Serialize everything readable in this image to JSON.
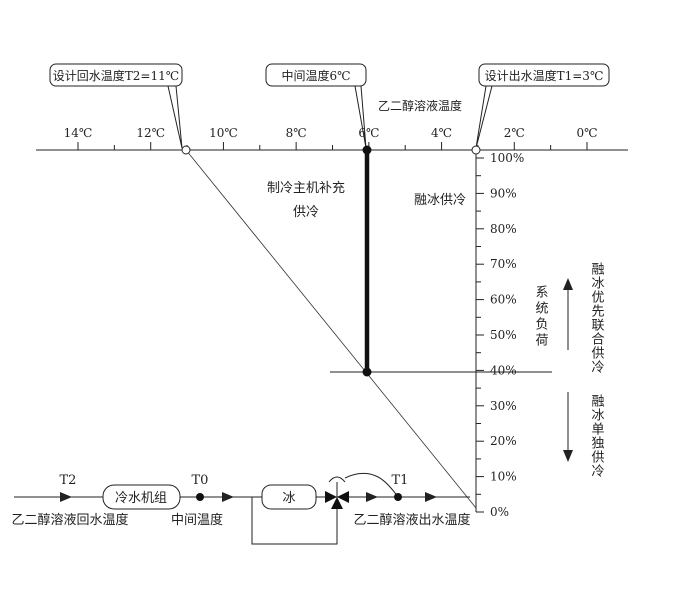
{
  "callouts": {
    "return_temp": "设计回水温度T2=11℃",
    "mid_temp": "中间温度6℃",
    "supply_temp": "设计出水温度T1=3℃"
  },
  "axis": {
    "title": "乙二醇溶液温度",
    "ticks": [
      "14℃",
      "12℃",
      "10℃",
      "8℃",
      "6℃",
      "4℃",
      "2℃",
      "0℃"
    ]
  },
  "load_axis": {
    "title": "系统负荷",
    "ticks": [
      "100%",
      "90%",
      "80%",
      "70%",
      "60%",
      "50%",
      "40%",
      "30%",
      "20%",
      "10%",
      "0%"
    ]
  },
  "regions": {
    "chiller_line1": "制冷主机补充",
    "chiller_line2": "供冷",
    "ice_supply": "融冰供冷",
    "ice_priority": "融冰优先联合供冷",
    "ice_only": "融冰单独供冷"
  },
  "flow": {
    "t2": "T2",
    "t0": "T0",
    "t1": "T1",
    "chiller": "冷水机组",
    "ice": "冰",
    "return_label": "乙二醇溶液回水温度",
    "mid_label": "中间温度",
    "supply_label": "乙二醇溶液出水温度"
  }
}
